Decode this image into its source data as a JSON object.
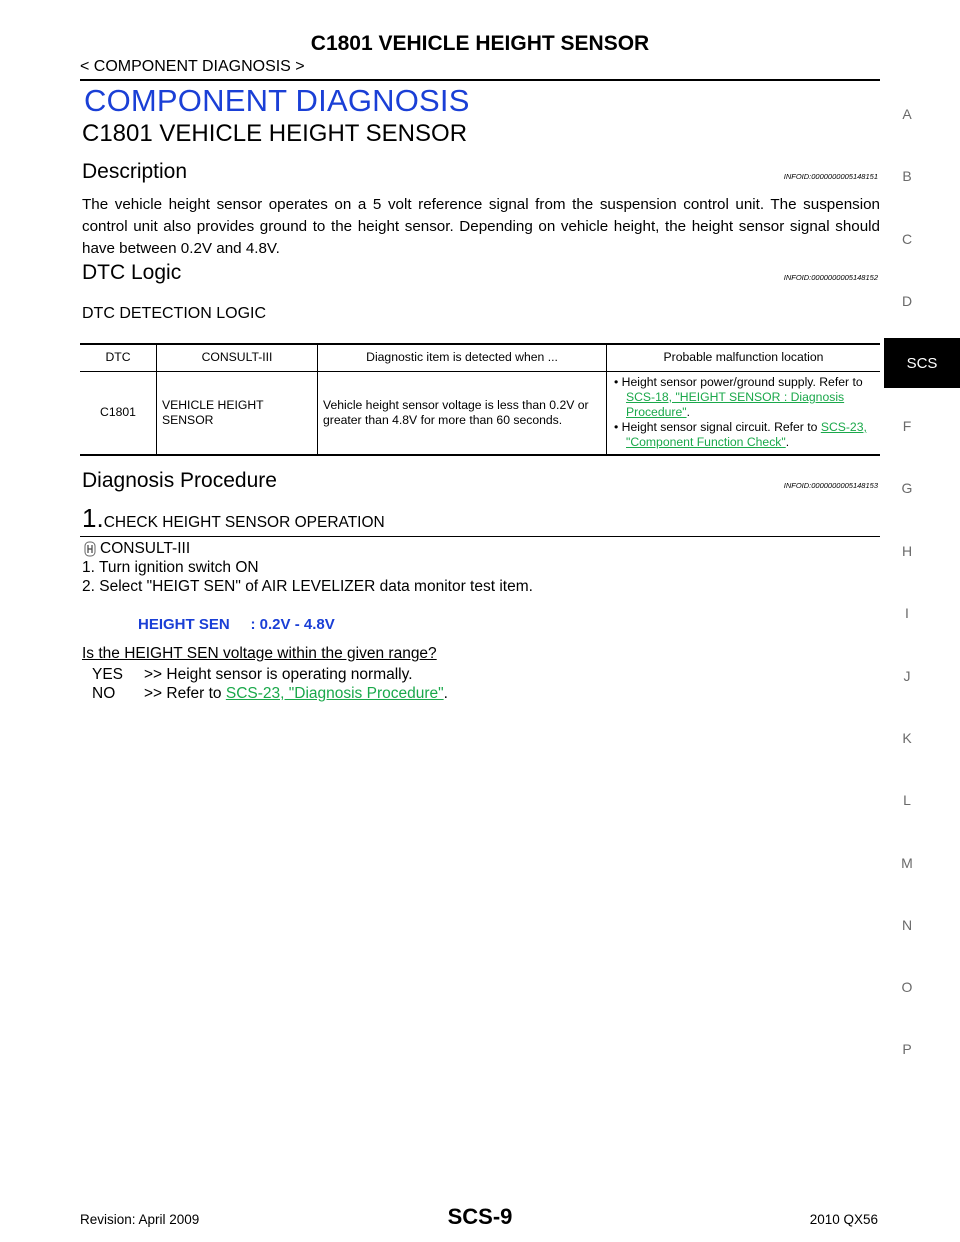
{
  "header": {
    "title": "C1801 VEHICLE HEIGHT SENSOR",
    "subtitle": "< COMPONENT DIAGNOSIS >"
  },
  "section": {
    "title": "COMPONENT DIAGNOSIS",
    "dtc_title": "C1801 VEHICLE HEIGHT SENSOR"
  },
  "description": {
    "heading": "Description",
    "infoid": "INFOID:0000000005148151",
    "text": "The vehicle height sensor operates on a 5 volt reference signal from the suspension control unit. The suspension control unit also provides ground to the height sensor. Depending on vehicle height, the height sensor signal should have between 0.2V and 4.8V."
  },
  "dtc_logic": {
    "heading": "DTC Logic",
    "infoid": "INFOID:0000000005148152",
    "subheading": "DTC DETECTION LOGIC",
    "table": {
      "headers": [
        "DTC",
        "CONSULT-III",
        "Diagnostic item is detected when ...",
        "Probable malfunction location"
      ],
      "row": {
        "dtc": "C1801",
        "consult": "VEHICLE HEIGHT SENSOR",
        "detected": "Vehicle height sensor voltage is less than 0.2V or greater than 4.8V for more than 60 seconds.",
        "loc1_text": "Height sensor power/ground supply. Refer to ",
        "loc1_link": "SCS-18, \"HEIGHT SENSOR : Diagnosis Procedure\"",
        "loc1_end": ".",
        "loc2_text": "Height sensor signal circuit. Refer to ",
        "loc2_link": "SCS-23, \"Component Function Check\"",
        "loc2_end": "."
      }
    }
  },
  "diag_procedure": {
    "heading": "Diagnosis  Procedure",
    "infoid": "INFOID:0000000005148153",
    "step_number": "1.",
    "step_title": "CHECK HEIGHT SENSOR OPERATION",
    "consult": "CONSULT-III",
    "item1": "1.   Turn ignition switch ON",
    "item2": "2.   Select \"HEIGT SEN\" of AIR LEVELIZER data monitor test item.",
    "spec": "HEIGHT SEN     : 0.2V - 4.8V",
    "question": "Is the HEIGHT SEN voltage within the given range?",
    "yes_key": "YES",
    "yes_text": ">> Height sensor is operating normally.",
    "no_key": "NO",
    "no_text": ">> Refer to ",
    "no_link": "SCS-23, \"Diagnosis Procedure\"",
    "no_end": "."
  },
  "side_tabs": [
    "A",
    "B",
    "C",
    "D",
    "SCS",
    "F",
    "G",
    "H",
    "I",
    "J",
    "K",
    "L",
    "M",
    "N",
    "O",
    "P"
  ],
  "footer": {
    "revision": "Revision: April 2009",
    "page": "SCS-9",
    "model": "2010 QX56"
  },
  "colors": {
    "heading_blue": "#1a3fd6",
    "link_green": "#1aa84a",
    "tab_active_bg": "#000000"
  }
}
